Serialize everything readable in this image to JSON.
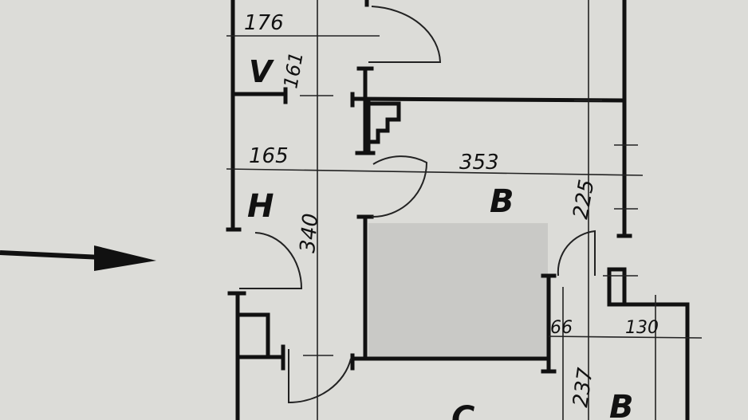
{
  "plan": {
    "rooms": {
      "v": "V",
      "h": "H",
      "b_upper": "B",
      "b_lower": "B",
      "c_partial": "C"
    },
    "dimensions": {
      "d176": "176",
      "d161": "161",
      "d165": "165",
      "d353": "353",
      "d340": "340",
      "d225": "225",
      "d66": "66",
      "d130": "130",
      "d237": "237"
    },
    "colors": {
      "paper": "#dcdcd8",
      "ink": "#111111",
      "shaded": "#c9c9c6"
    },
    "entry_arrow": "arrow-right-icon"
  }
}
